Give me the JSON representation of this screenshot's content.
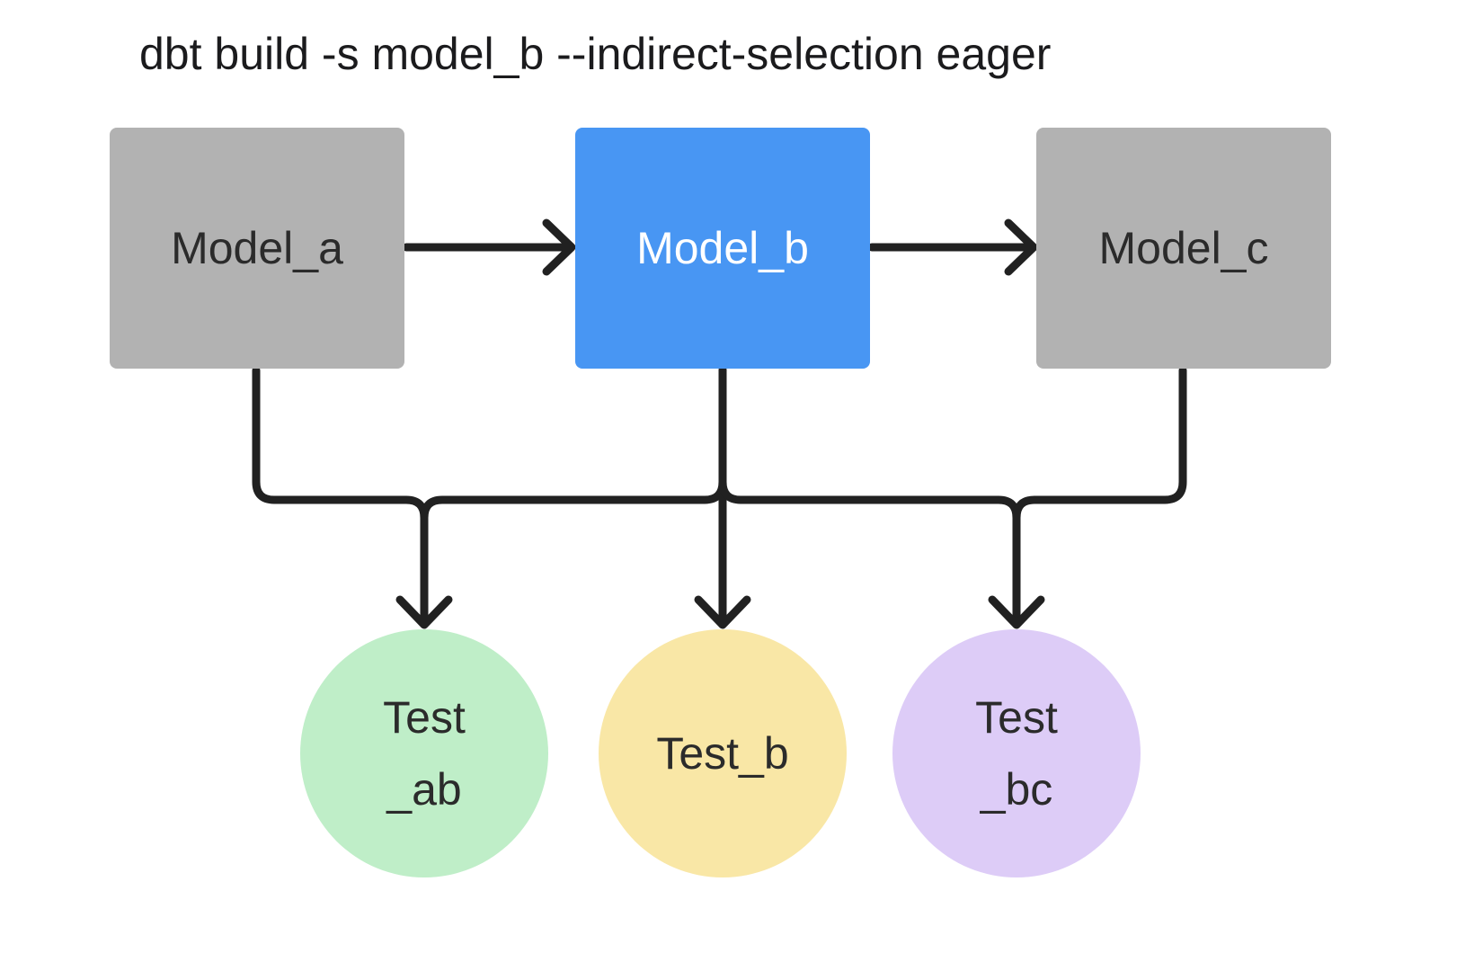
{
  "diagram": {
    "command": "dbt build -s model_b --indirect-selection eager",
    "models": [
      {
        "id": "model_a",
        "label": "Model_a",
        "shape": "rectangle",
        "color": "#b2b2b2",
        "text_color": "#2b2b2b",
        "selected": false
      },
      {
        "id": "model_b",
        "label": "Model_b",
        "shape": "rectangle",
        "color": "#4896f3",
        "text_color": "#ffffff",
        "selected": true
      },
      {
        "id": "model_c",
        "label": "Model_c",
        "shape": "rectangle",
        "color": "#b2b2b2",
        "text_color": "#2b2b2b",
        "selected": false
      }
    ],
    "tests": [
      {
        "id": "test_ab",
        "label_lines": [
          "Test",
          "_ab"
        ],
        "shape": "circle",
        "color": "#bfeec8"
      },
      {
        "id": "test_b",
        "label_lines": [
          "Test_b"
        ],
        "shape": "circle",
        "color": "#f9e7a6"
      },
      {
        "id": "test_bc",
        "label_lines": [
          "Test",
          "_bc"
        ],
        "shape": "circle",
        "color": "#ddccf7"
      }
    ],
    "edges": [
      {
        "from": "Model_a",
        "to": "Model_b"
      },
      {
        "from": "Model_b",
        "to": "Model_c"
      },
      {
        "from": "Model_a",
        "to": "Test_ab"
      },
      {
        "from": "Model_b",
        "to": "Test_ab"
      },
      {
        "from": "Model_b",
        "to": "Test_b"
      },
      {
        "from": "Model_b",
        "to": "Test_bc"
      },
      {
        "from": "Model_c",
        "to": "Test_bc"
      }
    ],
    "colors": {
      "background": "#ffffff",
      "edge_stroke": "#212121",
      "title_text": "#1b1b1d"
    }
  }
}
